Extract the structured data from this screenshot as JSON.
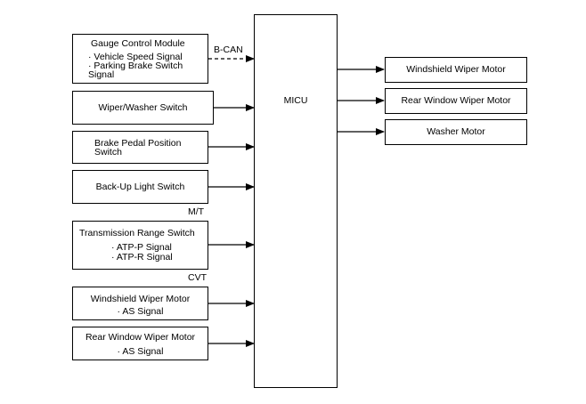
{
  "inputs": {
    "gauge": {
      "title": "Gauge Control Module",
      "items": [
        "· Vehicle Speed Signal",
        "· Parking Brake Switch",
        "Signal"
      ]
    },
    "wiper_washer": {
      "title": "Wiper/Washer Switch"
    },
    "brake_pedal": {
      "lines": [
        "Brake Pedal Position",
        "Switch"
      ]
    },
    "backup_light": {
      "title": "Back-Up Light Switch"
    },
    "trans_range": {
      "title": "Transmission Range Switch",
      "items": [
        "· ATP-P Signal",
        "· ATP-R Signal"
      ]
    },
    "ws_wiper_motor_in": {
      "title": "Windshield Wiper Motor",
      "items": [
        "· AS Signal"
      ]
    },
    "rw_wiper_motor_in": {
      "title": "Rear Window Wiper Motor",
      "items": [
        "· AS Signal"
      ]
    }
  },
  "labels": {
    "bcan": "B-CAN",
    "mt": "M/T",
    "cvt": "CVT"
  },
  "micu": {
    "title": "MICU"
  },
  "outputs": {
    "ws_wiper_motor": "Windshield Wiper Motor",
    "rw_wiper_motor": "Rear Window Wiper Motor",
    "washer_motor": "Washer Motor"
  }
}
